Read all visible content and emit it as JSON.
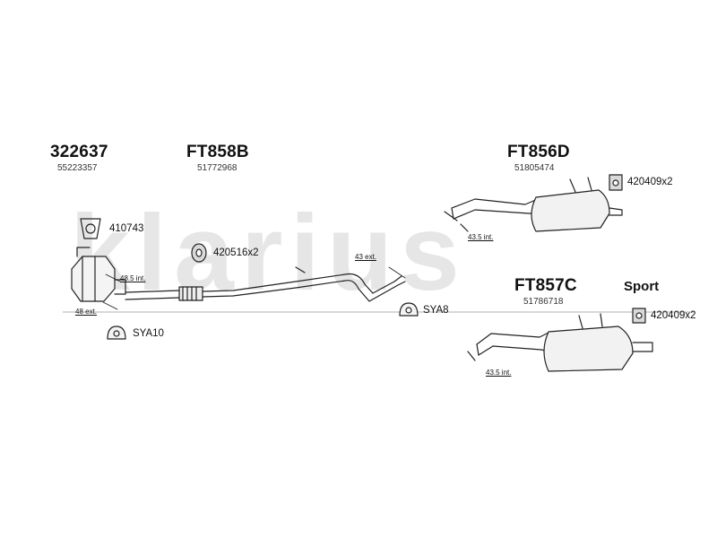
{
  "watermark": "klarius",
  "parts": {
    "catalytic": {
      "part_number": "322637",
      "oem_number": "55223357"
    },
    "front_pipe": {
      "part_number": "FT858B",
      "oem_number": "51772968"
    },
    "rear_silencer": {
      "part_number": "FT856D",
      "oem_number": "51805474"
    },
    "sport_silencer": {
      "part_number": "FT857C",
      "oem_number": "51786718"
    }
  },
  "fittings": {
    "gasket": "410743",
    "clamp": "420516x2",
    "hanger_top": "420409x2",
    "hanger_bottom": "420409x2",
    "sya8": "SYA8",
    "sya10": "SYA10"
  },
  "dimensions": {
    "d48_5_int": "48.5 int.",
    "d48_ext": "48 ext.",
    "d43_ext": "43 ext.",
    "d43_5_int_top": "43.5 int.",
    "d43_5_int_bottom": "43.5 int."
  },
  "variant_label": "Sport"
}
